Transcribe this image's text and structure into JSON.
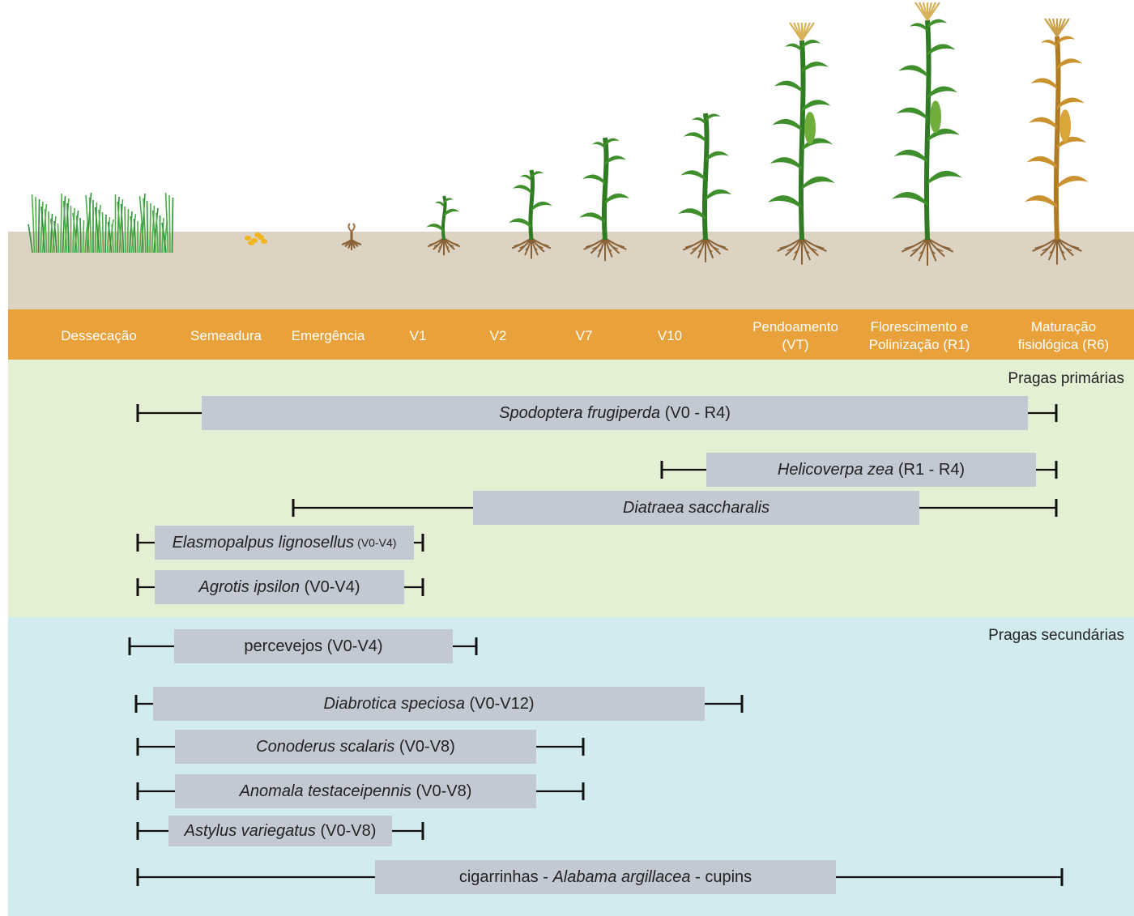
{
  "stages": [
    {
      "id": "dessecacao",
      "lines": [
        "Dessecação"
      ]
    },
    {
      "id": "semeadura",
      "lines": [
        "Semeadura"
      ]
    },
    {
      "id": "emergencia",
      "lines": [
        "Emergência"
      ]
    },
    {
      "id": "v1",
      "lines": [
        "V1"
      ]
    },
    {
      "id": "v2",
      "lines": [
        "V2"
      ]
    },
    {
      "id": "v7",
      "lines": [
        "V7"
      ]
    },
    {
      "id": "v10",
      "lines": [
        "V10"
      ]
    },
    {
      "id": "vt",
      "lines": [
        "Pendoamento",
        "(VT)"
      ]
    },
    {
      "id": "r1",
      "lines": [
        "Florescimento e",
        "Polinização (R1)"
      ]
    },
    {
      "id": "r6",
      "lines": [
        "Maturação",
        "fisiológica (R6)"
      ]
    }
  ],
  "groups": {
    "primary": {
      "title": "Pragas primárias",
      "pests": [
        {
          "italic": "Spodoptera frugiperda",
          "range": " (V0 - R4)"
        },
        {
          "italic": "Helicoverpa zea",
          "range": " (R1 - R4)"
        },
        {
          "italic": "Diatraea saccharalis",
          "range": ""
        },
        {
          "italic": "Elasmopalpus lignosellus",
          "range": "(V0-V4)"
        },
        {
          "italic": "Agrotis ipsilon",
          "range": " (V0-V4)"
        }
      ]
    },
    "secondary": {
      "title": "Pragas secundárias",
      "pests": [
        {
          "plain": "percevejos (V0-V4)"
        },
        {
          "italic": "Diabrotica speciosa",
          "range": " (V0-V12)"
        },
        {
          "italic": "Conoderus scalaris",
          "range": " (V0-V8)"
        },
        {
          "italic": "Anomala testaceipennis",
          "range": " (V0-V8)"
        },
        {
          "italic": "Astylus variegatus",
          "range": " (V0-V8)"
        },
        {
          "before": "cigarrinhas - ",
          "italic": "Alabama argillacea",
          "after": " - cupins"
        }
      ]
    }
  },
  "colors": {
    "stage_band": "#e9a23b",
    "soil": "#ddd3c2",
    "primary_zone": "#e4f0d3",
    "secondary_zone": "#d2ebee",
    "pest_box": "#c3c9d2",
    "leaf": "#3f8f2c",
    "stalk": "#2f7a22",
    "mature": "#c9922e",
    "root": "#8a6238"
  },
  "plant_icons": [
    "grass-icon",
    "seed-icon",
    "sprout-icon",
    "corn-plant-icon",
    "corn-plant-icon",
    "corn-plant-icon",
    "corn-plant-icon",
    "corn-tassel-icon",
    "corn-tassel-icon",
    "dry-corn-icon"
  ]
}
